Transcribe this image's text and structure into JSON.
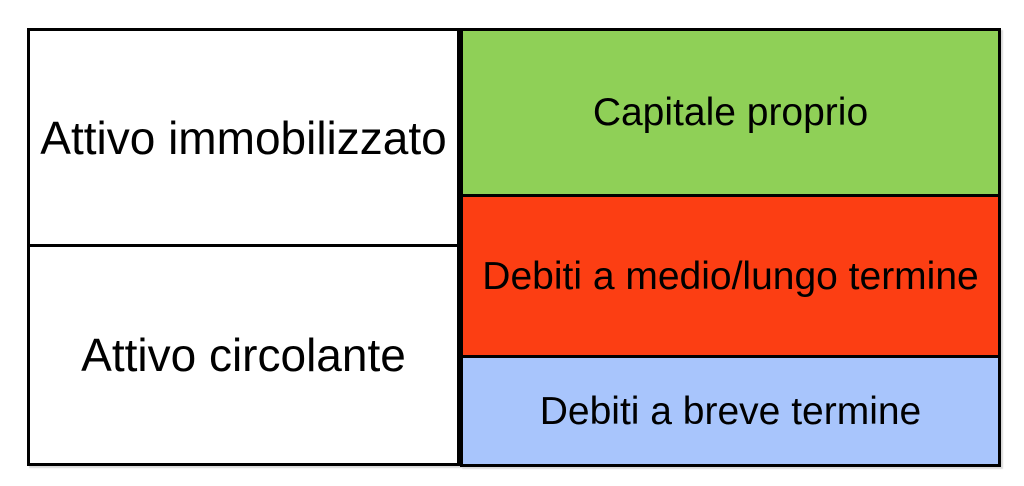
{
  "diagram": {
    "background_color": "#FFFFFF",
    "border_color": "#000000",
    "text_color": "#000000",
    "assets_column": {
      "rows": [
        {
          "label": "Attivo immobilizzato",
          "height": "50%",
          "color": "#FFFFFF"
        },
        {
          "label": "Attivo circolante",
          "height": "50%",
          "color": "#FFFFFF"
        }
      ]
    },
    "liabilities_column": {
      "rows": [
        {
          "label": "Capitale proprio",
          "height": "38.3%",
          "color": "#8FD057"
        },
        {
          "label": "Debiti a medio/lungo termine",
          "height": "37.3%",
          "color": "#FC3E13"
        },
        {
          "label": "Debiti a breve termine",
          "height": "24.4%",
          "color": "#A8C5FC"
        }
      ]
    }
  }
}
